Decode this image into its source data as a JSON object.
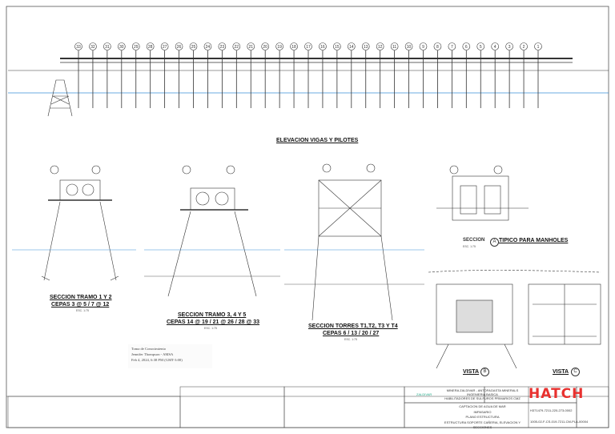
{
  "drawing": {
    "elevation_title": "ELEVACION VIGAS Y PILOTES",
    "pile_numbers": [
      "33",
      "32",
      "31",
      "30",
      "29",
      "28",
      "27",
      "26",
      "25",
      "24",
      "23",
      "22",
      "21",
      "20",
      "19",
      "18",
      "17",
      "16",
      "15",
      "14",
      "13",
      "12",
      "11",
      "10",
      "9",
      "8",
      "7",
      "6",
      "5",
      "4",
      "3",
      "2",
      "1"
    ],
    "sections": [
      {
        "title": "SECCION TRAMO 1 Y 2",
        "subtitle": "CEPAS 3 @ 5 / 7 @ 12",
        "scale": "ESC. 1:75"
      },
      {
        "title": "SECCION TRAMO 3, 4 Y 5",
        "subtitle": "CEPAS 14 @ 19 / 21 @ 26 / 28 @ 33",
        "scale": "ESC. 1:75"
      },
      {
        "title": "SECCION TORRES T1,T2, T3 Y T4",
        "subtitle": "CEPAS 6 / 13 / 20 / 27",
        "scale": "ESC. 1:75"
      },
      {
        "title": "SECCION",
        "marker": "A",
        "subtitle": "TIPICO PARA MANHOLES",
        "scale": "ESC. 1:75"
      }
    ],
    "views": [
      {
        "title": "VISTA",
        "marker": "B"
      },
      {
        "title": "VISTA",
        "marker": "C"
      }
    ]
  },
  "stamp": {
    "line1": "Toma de Conocimiento",
    "line2": "Jennifer Thompson - AMSA",
    "line3": "Feb 4, 2024, 6:38 PM (GMT-3:00)"
  },
  "title_block": {
    "client_line1": "MINERA ZALDIVAR - ANTOFAGASTA MINERALS",
    "client_line2": "INGENIERIA BASICA",
    "client_line3": "HABILITADORES DE SULFUROS PRIMARIOS CMZ",
    "drawing_line1": "CAPTACION DE AGUA DE MAR",
    "drawing_line2": "IMPASARIO",
    "drawing_line3": "PLANO ESTRUCTURA",
    "drawing_line4": "ESTRUCTURA SOPORTE CAÑERIA, ELEVACION Y SECCIONES",
    "hatch_number": "H371479-7211-220-273-0002",
    "client_number": "1005-02-F-CS-019-7211-CM-PLA-00004",
    "company_logo": "HATCH",
    "partner_logo": "ZALDIVAR"
  },
  "colors": {
    "hatch_red": "#e8312f",
    "water": "#3a8fd8",
    "line": "#333333"
  }
}
